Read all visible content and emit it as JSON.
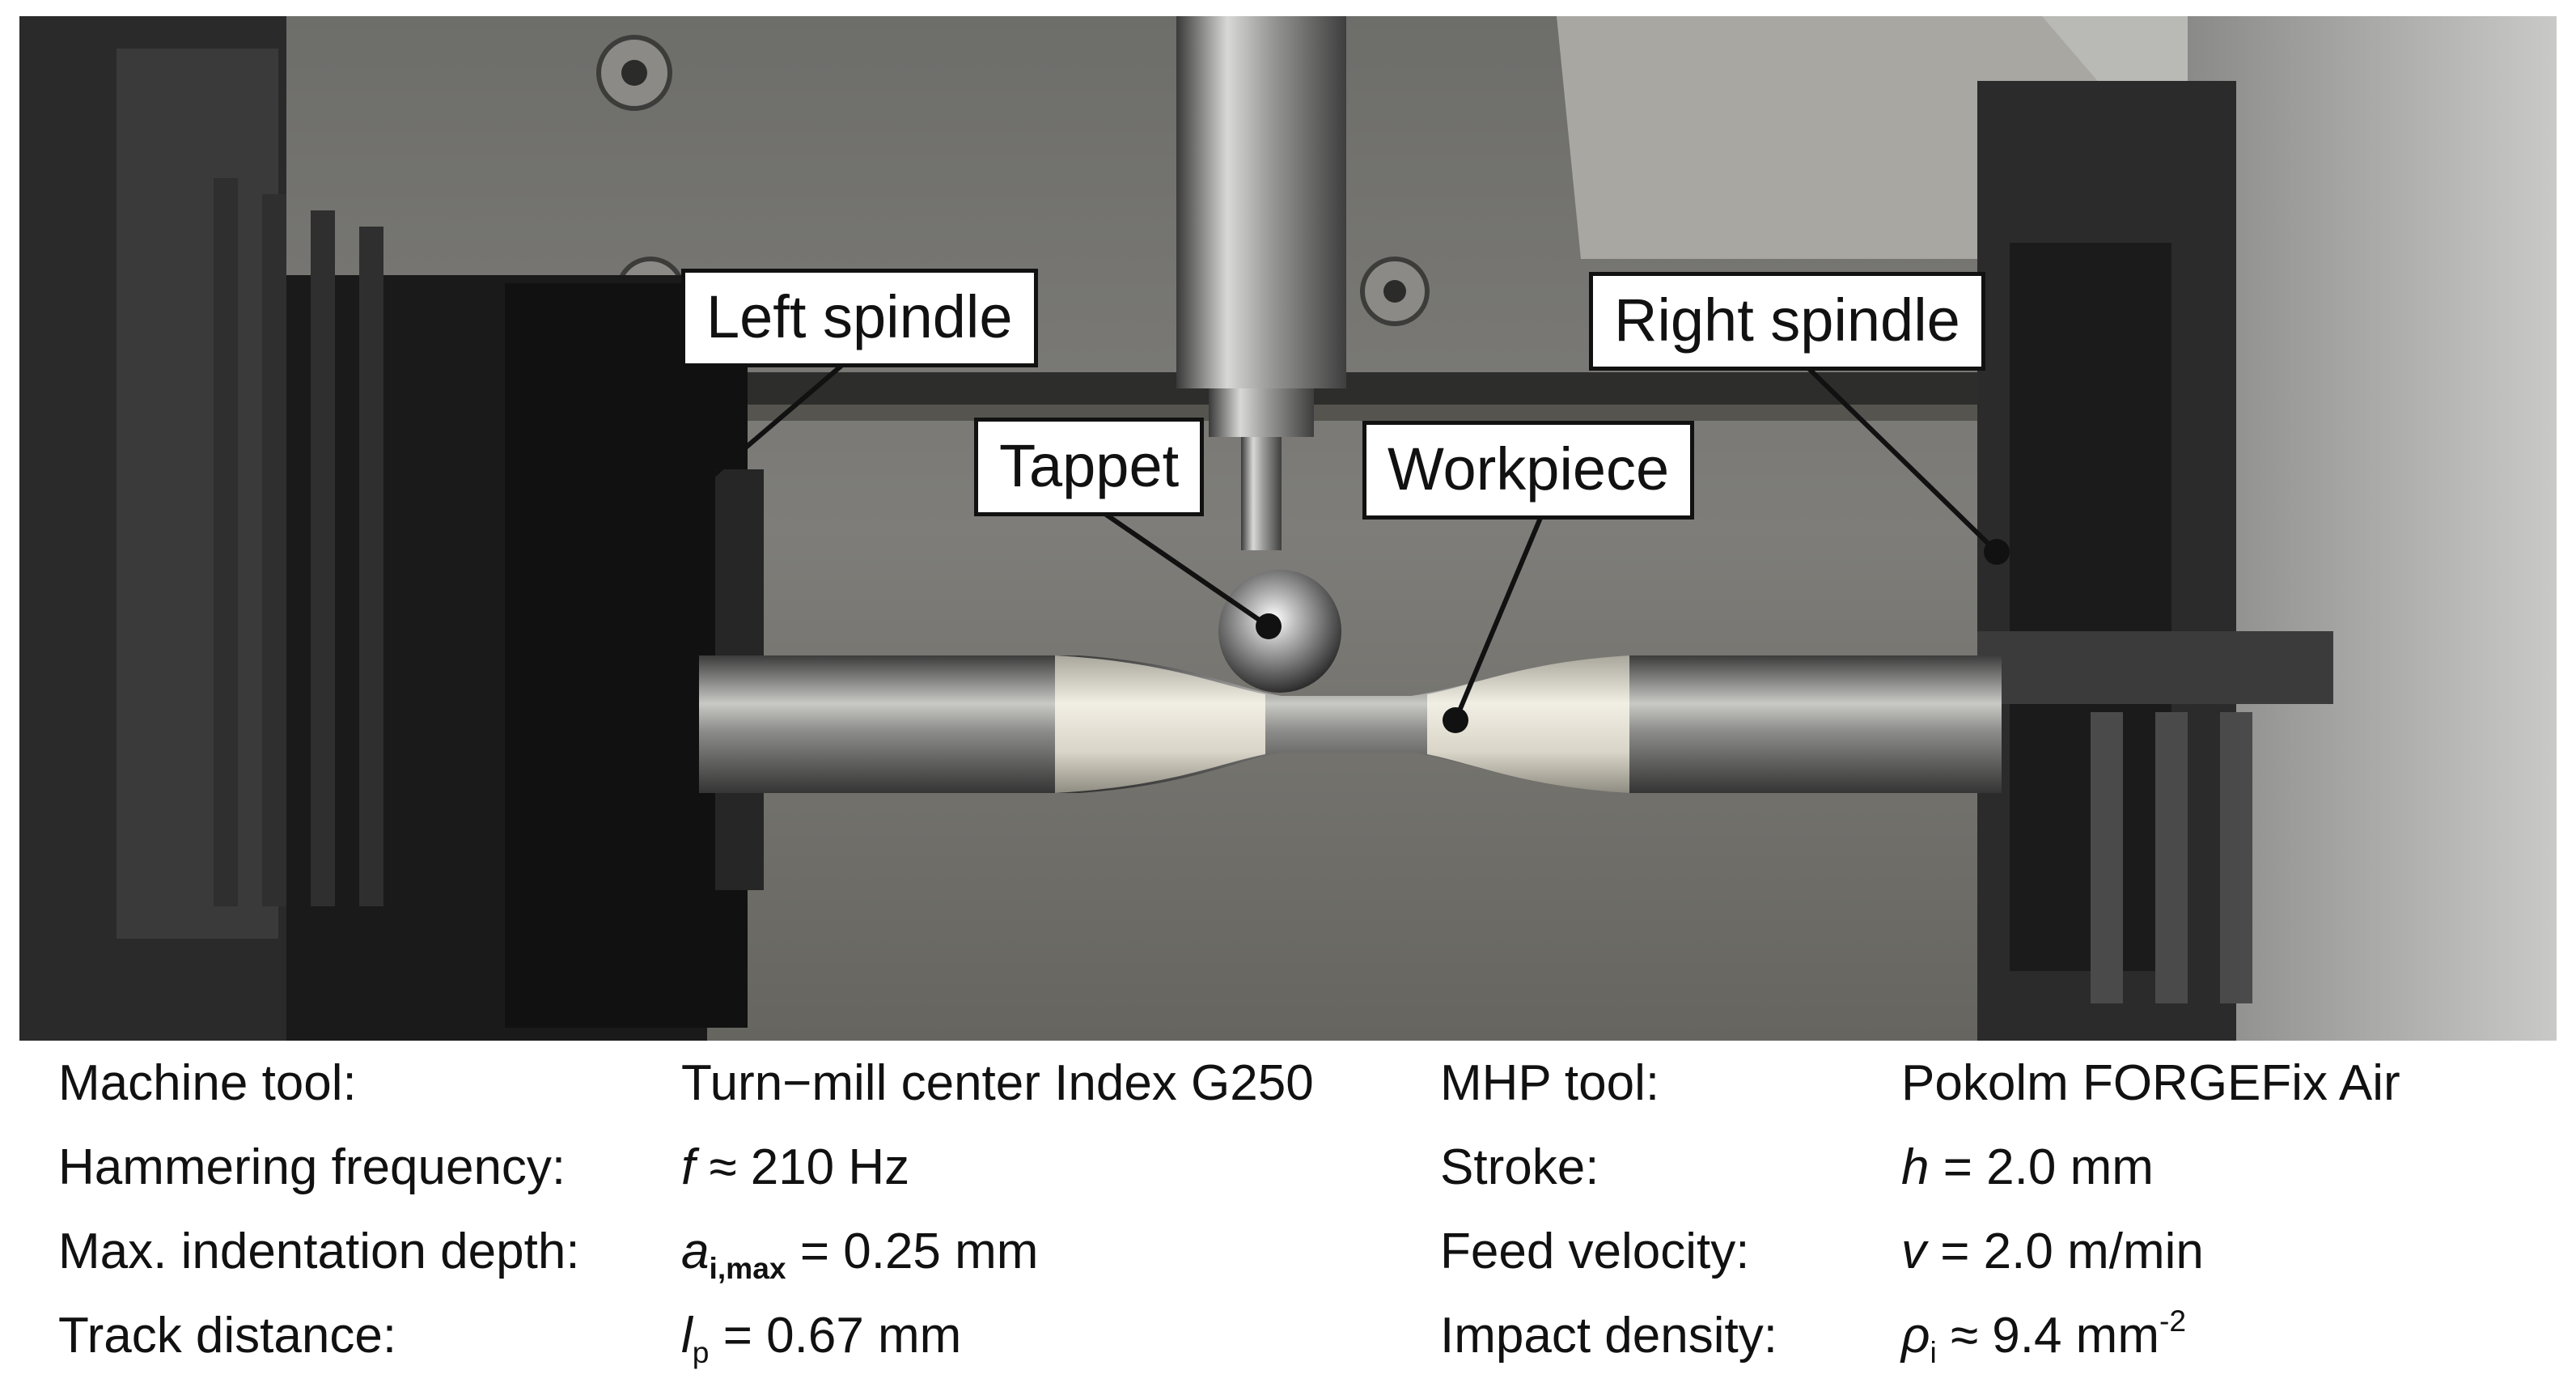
{
  "callouts": {
    "left_spindle": "Left spindle",
    "tappet": "Tappet",
    "workpiece": "Workpiece",
    "right_spindle": "Right spindle"
  },
  "parameters": [
    {
      "label": "Machine tool:",
      "value": "Turn−mill center Index G250"
    },
    {
      "label": "Hammering frequency:",
      "symbol": "f",
      "value": "≈ 210 Hz"
    },
    {
      "label": "Max. indentation depth:",
      "symbol": "a",
      "subscript": "i,max",
      "value": "= 0.25 mm"
    },
    {
      "label": "Track distance:",
      "symbol": "l",
      "subscript": "p",
      "value": "= 0.67 mm"
    },
    {
      "label": "MHP tool:",
      "value": "Pokolm FORGEFix Air"
    },
    {
      "label": "Stroke:",
      "symbol": "h",
      "value": "= 2.0 mm"
    },
    {
      "label": "Feed velocity:",
      "symbol": "v",
      "value": "= 2.0 m/min"
    },
    {
      "label": "Impact density:",
      "symbol": "ρ",
      "subscript": "i",
      "value": "≈ 9.4 mm",
      "superscript": "-2"
    }
  ],
  "colors": {
    "frame": "#111111",
    "background": "#ffffff",
    "workpiece_coating": "#e8e4d8"
  }
}
